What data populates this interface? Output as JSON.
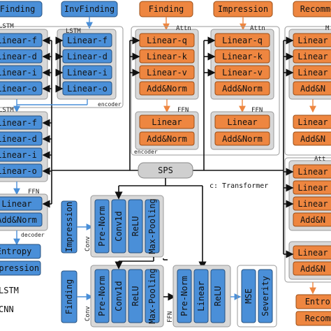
{
  "inputs": {
    "finding_top": "Finding",
    "invfinding": "InvFinding",
    "finding_orange": "Finding",
    "impression_orange": "Impression",
    "recommend_orange": "Recomme"
  },
  "encoder_left": {
    "frame_label": "LSTM",
    "caption": "encoder",
    "items": [
      "Linear-f",
      "Linear-d",
      "Linear-i",
      "Linear-o"
    ]
  },
  "encoder_right": {
    "items": [
      "Linear-f",
      "Linear-d",
      "Linear-i",
      "Linear-o"
    ]
  },
  "decoder_lstm": {
    "frame_label": "LSTM",
    "items": [
      "Linear-f",
      "Linear-d",
      "Linear-i",
      "Linear-o"
    ]
  },
  "decoder_ffn": {
    "frame_label": "FFN",
    "caption": "decoder",
    "items": [
      "Linear",
      "Add&Norm"
    ]
  },
  "transformer_attn": {
    "frame_label": "Attn",
    "items": [
      "Linear-q",
      "Linear-k",
      "Linear-v",
      "Add&Norm"
    ]
  },
  "transformer_attn2": {
    "frame_label": "Attn",
    "items": [
      "Linear-q",
      "Linear-k",
      "Linear-v",
      "Add&Norm"
    ]
  },
  "transformer_ffn": {
    "frame_label": "FFN",
    "caption": "encoder",
    "items": [
      "Linear",
      "Add&Norm"
    ]
  },
  "transformer_ffn2": {
    "frame_label": "FFN",
    "items": [
      "Linear",
      "Add&Norm"
    ]
  },
  "right_col": {
    "attn_label": "M",
    "items_top": [
      "Linear",
      "Linear",
      "Linear",
      "Add&N"
    ],
    "attn2_label": "Att",
    "items_mid": [
      "Linear",
      "Linear",
      "Linear",
      "Add&N"
    ],
    "items_bot": [
      "Linear",
      "Add&N"
    ]
  },
  "sps": "SPS",
  "transformer_caption": "c: Transformer",
  "cnn_top": {
    "input": "Impression",
    "side_label": "Conv",
    "items": [
      "Pre-Norm",
      "Conv1d",
      "ReLU",
      "Max-Pooling"
    ]
  },
  "cnn_bottom": {
    "input": "Finding",
    "side_label": "Conv",
    "items": [
      "Pre-Norm",
      "Conv1d",
      "ReLU",
      "Max-Pooling"
    ]
  },
  "ffn_block": {
    "side_label": "FFN",
    "items": [
      "Pre-Norm",
      "Linear",
      "ReLU"
    ]
  },
  "outputs": {
    "mse": "MSE",
    "severity": "Severity"
  },
  "left_outputs": {
    "entropy": "Entropy",
    "impression": "Impression"
  },
  "right_outputs": {
    "entropy": "Entropy",
    "recommend": "Recomme"
  },
  "legend": {
    "lstm": "LSTM",
    "cnn": "CNN"
  }
}
